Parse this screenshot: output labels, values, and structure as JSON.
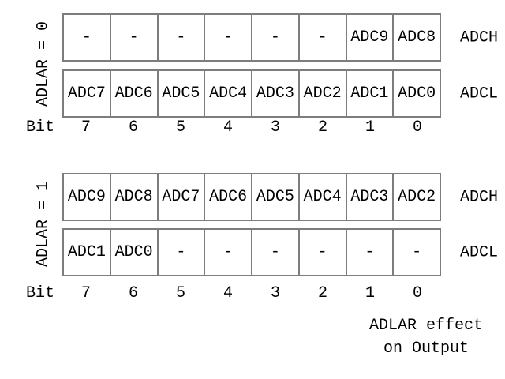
{
  "figure": {
    "title_hint": "ADLAR effect on ADC output registers",
    "colors": {
      "line": "#7d7d7d",
      "text": "#000000",
      "background": "#ffffff"
    },
    "sections": [
      {
        "adlar_label": "ADLAR = 0",
        "rows": [
          {
            "name": "ADCH",
            "cells": [
              "-",
              "-",
              "-",
              "-",
              "-",
              "-",
              "ADC9",
              "ADC8"
            ]
          },
          {
            "name": "ADCL",
            "cells": [
              "ADC7",
              "ADC6",
              "ADC5",
              "ADC4",
              "ADC3",
              "ADC2",
              "ADC1",
              "ADC0"
            ]
          }
        ],
        "bit_label": "Bit",
        "bits": [
          "7",
          "6",
          "5",
          "4",
          "3",
          "2",
          "1",
          "0"
        ]
      },
      {
        "adlar_label": "ADLAR = 1",
        "rows": [
          {
            "name": "ADCH",
            "cells": [
              "ADC9",
              "ADC8",
              "ADC7",
              "ADC6",
              "ADC5",
              "ADC4",
              "ADC3",
              "ADC2"
            ]
          },
          {
            "name": "ADCL",
            "cells": [
              "ADC1",
              "ADC0",
              "-",
              "-",
              "-",
              "-",
              "-",
              "-"
            ]
          }
        ],
        "bit_label": "Bit",
        "bits": [
          "7",
          "6",
          "5",
          "4",
          "3",
          "2",
          "1",
          "0"
        ]
      }
    ],
    "caption": {
      "line1": "ADLAR effect",
      "line2": "on Output"
    }
  }
}
